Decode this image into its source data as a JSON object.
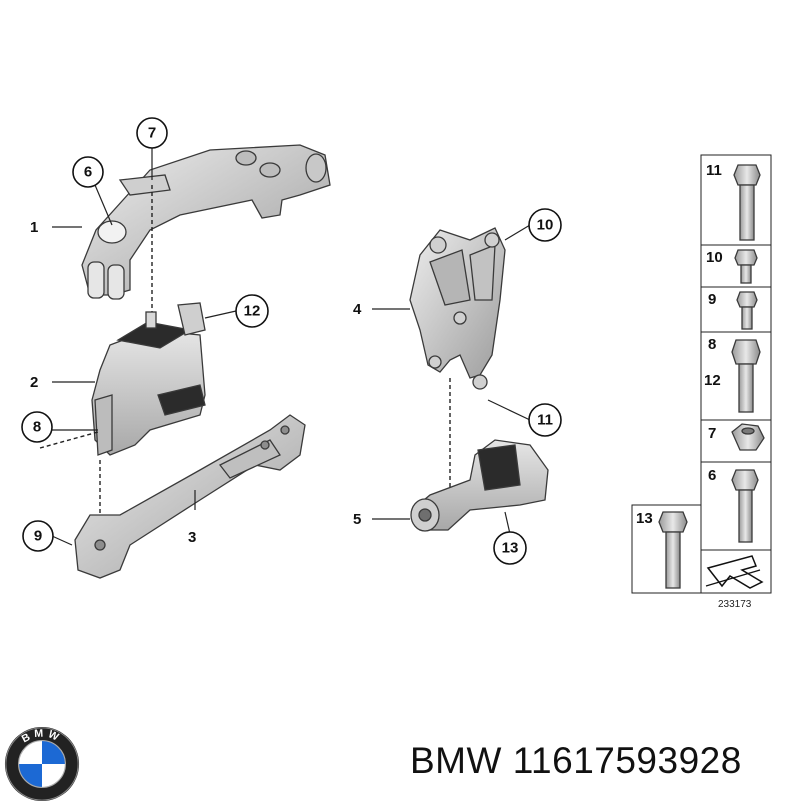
{
  "callouts": {
    "n1": "1",
    "n2": "2",
    "n3": "3",
    "n4": "4",
    "n5": "5",
    "n6": "6",
    "n7": "7",
    "n8": "8",
    "n9": "9",
    "n10": "10",
    "n11": "11",
    "n12": "12",
    "n13": "13"
  },
  "hardware_panel": {
    "items": [
      "11",
      "10",
      "9",
      "8",
      "12",
      "7",
      "6",
      "13"
    ]
  },
  "diagram_ref": "233173",
  "brand": {
    "logo_letters": "BMW",
    "part_number_text": "BMW 11617593928"
  },
  "colors": {
    "part_fill": "#d4d4d4",
    "part_shadow": "#9a9a9a",
    "rubber": "#2b2b2b",
    "logo_blue": "#1c69d4"
  }
}
